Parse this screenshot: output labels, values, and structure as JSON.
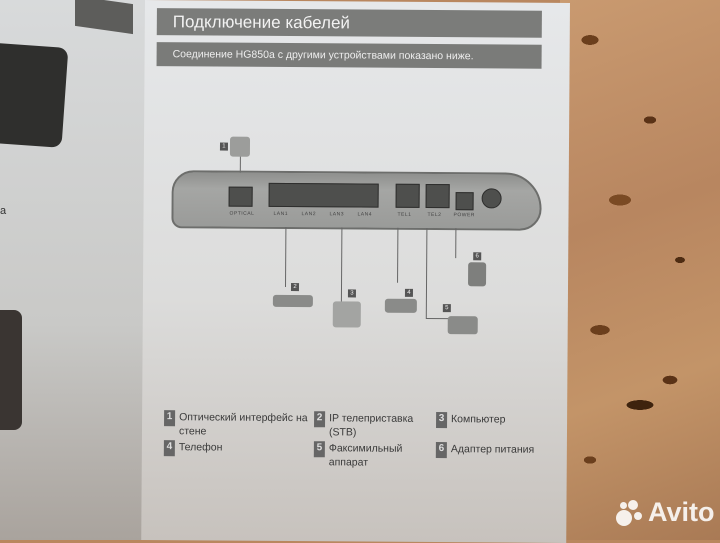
{
  "page": {
    "title": "Подключение кабелей",
    "subtitle": "Соединение HG850a с другими устройствами показано ниже."
  },
  "left_page": {
    "fragment_text": "а"
  },
  "diagram": {
    "device_model": "HG850a",
    "ports": [
      "OPTICAL",
      "LAN1",
      "LAN2",
      "LAN3",
      "LAN4",
      "TEL1",
      "TEL2",
      "POWER"
    ],
    "callouts": [
      "1",
      "2",
      "3",
      "4",
      "5",
      "6"
    ]
  },
  "legend": {
    "items": [
      {
        "number": "1",
        "label": "Оптический интерфейс на стене"
      },
      {
        "number": "2",
        "label": "IP телеприставка (STB)"
      },
      {
        "number": "3",
        "label": "Компьютер"
      },
      {
        "number": "4",
        "label": "Телефон"
      },
      {
        "number": "5",
        "label": "Факсимильный аппарат"
      },
      {
        "number": "6",
        "label": "Адаптер питания"
      }
    ]
  },
  "watermark": {
    "text": "Avito"
  },
  "colors": {
    "header_bar": "#7b7c7a",
    "page_bg": "#e2e4e5",
    "countertop": "#b9875f"
  }
}
